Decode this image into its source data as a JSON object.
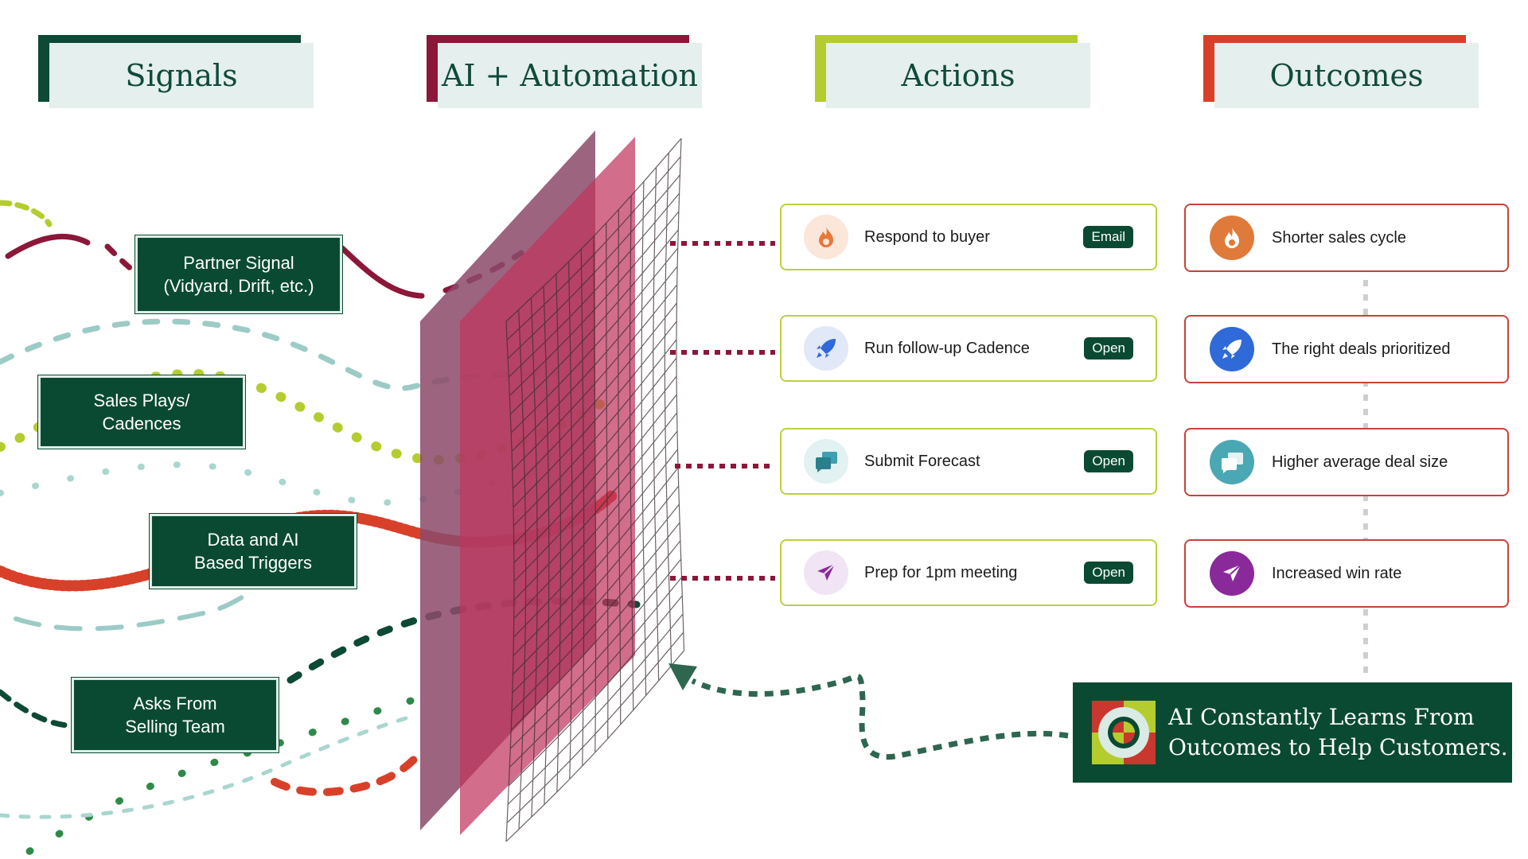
{
  "columns": [
    {
      "title": "Signals",
      "accent": "#0d4a35"
    },
    {
      "title": "AI + Automation",
      "accent": "#8c1738"
    },
    {
      "title": "Actions",
      "accent": "#b5cc2e"
    },
    {
      "title": "Outcomes",
      "accent": "#d8402a"
    }
  ],
  "signals": [
    {
      "line1": "Partner Signal",
      "line2": "(Vidyard, Drift, etc.)"
    },
    {
      "line1": "Sales Plays/",
      "line2": "Cadences"
    },
    {
      "line1": "Data and AI",
      "line2": "Based Triggers"
    },
    {
      "line1": "Asks From",
      "line2": "Selling Team"
    }
  ],
  "actions": [
    {
      "label": "Respond to buyer",
      "badge": "Email",
      "icon": "flame-icon",
      "color": "#e8783a"
    },
    {
      "label": "Run follow-up Cadence",
      "badge": "Open",
      "icon": "rocket-icon",
      "color": "#2f6ad8"
    },
    {
      "label": "Submit Forecast",
      "badge": "Open",
      "icon": "chat-bubbles-icon",
      "color": "#3ea0b0"
    },
    {
      "label": "Prep for 1pm meeting",
      "badge": "Open",
      "icon": "paper-plane-icon",
      "color": "#8a2a9a"
    }
  ],
  "outcomes": [
    {
      "label": "Shorter sales cycle",
      "icon": "flame-icon",
      "color": "#e07a3a"
    },
    {
      "label": "The right deals prioritized",
      "icon": "rocket-icon",
      "color": "#2f6ad8"
    },
    {
      "label": "Higher average deal size",
      "icon": "chat-bubbles-icon",
      "color": "#4aa8b4"
    },
    {
      "label": "Increased win rate",
      "icon": "paper-plane-icon",
      "color": "#8a2a9a"
    }
  ],
  "learning": {
    "line1": "AI Constantly Learns From",
    "line2": "Outcomes to Help Customers.",
    "icon": "target-logo-icon"
  }
}
